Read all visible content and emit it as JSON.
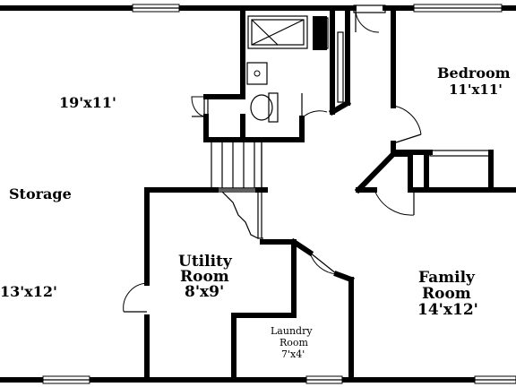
{
  "rooms": {
    "storage": {
      "name": "Storage",
      "dim_top": "19'x11'",
      "dim_bottom": "13'x12'"
    },
    "bedroom": {
      "name": "Bedroom",
      "dim": "11'x11'"
    },
    "utility": {
      "name_line1": "Utility",
      "name_line2": "Room",
      "dim": "8'x9'"
    },
    "laundry": {
      "name_line1": "Laundry",
      "name_line2": "Room",
      "dim": "7'x4'"
    },
    "family": {
      "name_line1": "Family",
      "name_line2": "Room",
      "dim": "14'x12'"
    }
  }
}
